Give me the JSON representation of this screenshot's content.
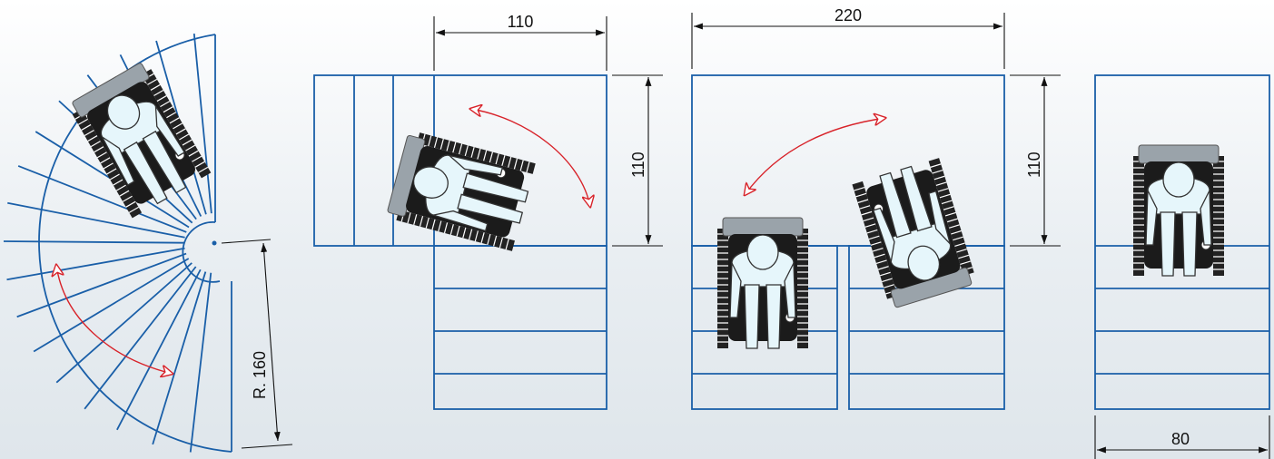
{
  "dimensions": {
    "landing_width": "110",
    "double_width": "220",
    "landing_depth_left": "110",
    "landing_depth_right": "110",
    "straight_width": "80",
    "spiral_radius": "R. 160"
  },
  "colors": {
    "stair_line": "#1a5fa8",
    "turn_arrow": "#d8232a",
    "person_fill": "#e6f6fb",
    "track": "#222222"
  },
  "icons": [
    "stairlift-with-user-icon",
    "turn-direction-arrow-icon"
  ]
}
